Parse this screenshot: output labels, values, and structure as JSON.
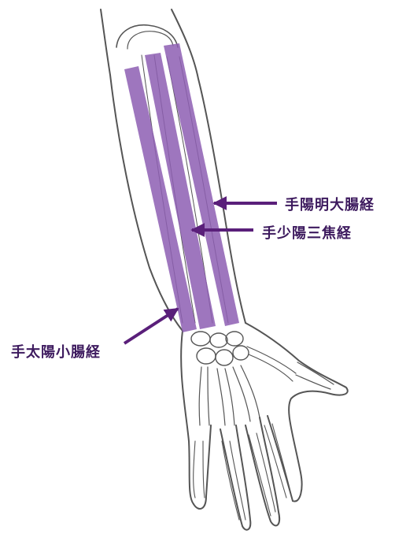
{
  "colors": {
    "meridian_band": "#8e5fb3",
    "arrow": "#5a1f7a",
    "label_text": "#3d1a5e",
    "outline": "#555555"
  },
  "labels": {
    "large_intestine": "手陽明大腸経",
    "triple_burner": "手少陽三焦経",
    "small_intestine": "手太陽小腸経"
  },
  "icons": {
    "arm": "forearm-hand-skeleton-icon"
  }
}
